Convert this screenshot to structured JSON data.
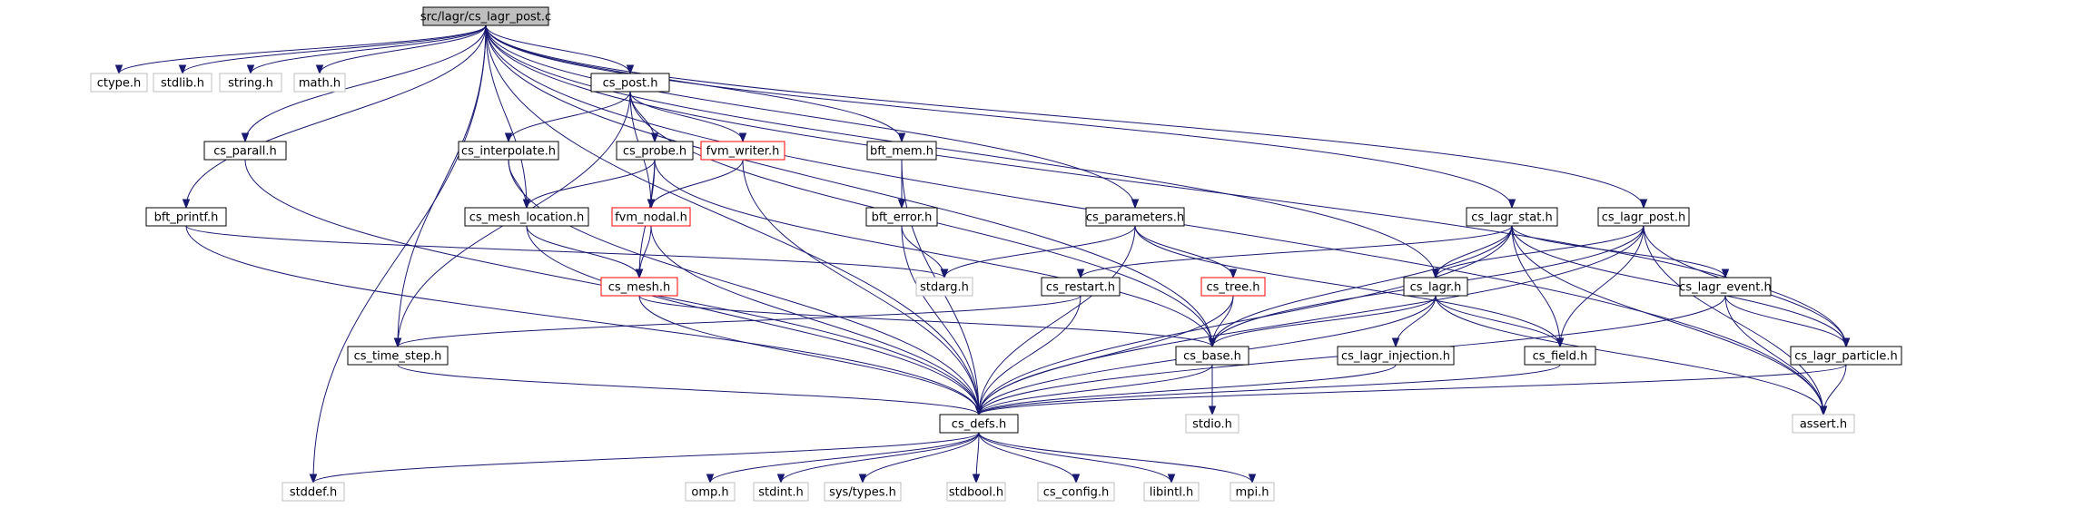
{
  "graph": {
    "nodes": [
      {
        "id": "root",
        "label": "src/lagr/cs_lagr_post.c",
        "style": "root"
      },
      {
        "id": "ctype",
        "label": "ctype.h",
        "style": "gray"
      },
      {
        "id": "stdlib",
        "label": "stdlib.h",
        "style": "gray"
      },
      {
        "id": "string",
        "label": "string.h",
        "style": "gray"
      },
      {
        "id": "math",
        "label": "math.h",
        "style": "gray"
      },
      {
        "id": "cs_post",
        "label": "cs_post.h",
        "style": "black"
      },
      {
        "id": "cs_parall",
        "label": "cs_parall.h",
        "style": "black"
      },
      {
        "id": "cs_interpolate",
        "label": "cs_interpolate.h",
        "style": "black"
      },
      {
        "id": "cs_probe",
        "label": "cs_probe.h",
        "style": "black"
      },
      {
        "id": "fvm_writer",
        "label": "fvm_writer.h",
        "style": "red"
      },
      {
        "id": "bft_mem",
        "label": "bft_mem.h",
        "style": "black"
      },
      {
        "id": "bft_printf",
        "label": "bft_printf.h",
        "style": "black"
      },
      {
        "id": "cs_mesh_location",
        "label": "cs_mesh_location.h",
        "style": "black"
      },
      {
        "id": "fvm_nodal",
        "label": "fvm_nodal.h",
        "style": "red"
      },
      {
        "id": "bft_error",
        "label": "bft_error.h",
        "style": "black"
      },
      {
        "id": "cs_parameters",
        "label": "cs_parameters.h",
        "style": "black"
      },
      {
        "id": "cs_lagr_stat",
        "label": "cs_lagr_stat.h",
        "style": "black"
      },
      {
        "id": "cs_lagr_post",
        "label": "cs_lagr_post.h",
        "style": "black"
      },
      {
        "id": "cs_mesh",
        "label": "cs_mesh.h",
        "style": "red"
      },
      {
        "id": "stdarg",
        "label": "stdarg.h",
        "style": "gray"
      },
      {
        "id": "cs_restart",
        "label": "cs_restart.h",
        "style": "black"
      },
      {
        "id": "cs_tree",
        "label": "cs_tree.h",
        "style": "red"
      },
      {
        "id": "cs_lagr",
        "label": "cs_lagr.h",
        "style": "black"
      },
      {
        "id": "cs_lagr_event",
        "label": "cs_lagr_event.h",
        "style": "black"
      },
      {
        "id": "cs_time_step",
        "label": "cs_time_step.h",
        "style": "black"
      },
      {
        "id": "cs_base",
        "label": "cs_base.h",
        "style": "black"
      },
      {
        "id": "cs_lagr_injection",
        "label": "cs_lagr_injection.h",
        "style": "black"
      },
      {
        "id": "cs_field",
        "label": "cs_field.h",
        "style": "black"
      },
      {
        "id": "cs_lagr_particle",
        "label": "cs_lagr_particle.h",
        "style": "black"
      },
      {
        "id": "cs_defs",
        "label": "cs_defs.h",
        "style": "black"
      },
      {
        "id": "stdio",
        "label": "stdio.h",
        "style": "gray"
      },
      {
        "id": "assert",
        "label": "assert.h",
        "style": "gray"
      },
      {
        "id": "stddef",
        "label": "stddef.h",
        "style": "gray"
      },
      {
        "id": "omp",
        "label": "omp.h",
        "style": "gray"
      },
      {
        "id": "stdint",
        "label": "stdint.h",
        "style": "gray"
      },
      {
        "id": "sys_types",
        "label": "sys/types.h",
        "style": "gray"
      },
      {
        "id": "stdbool",
        "label": "stdbool.h",
        "style": "gray"
      },
      {
        "id": "cs_config",
        "label": "cs_config.h",
        "style": "gray"
      },
      {
        "id": "libintl",
        "label": "libintl.h",
        "style": "gray"
      },
      {
        "id": "mpi",
        "label": "mpi.h",
        "style": "gray"
      }
    ],
    "edges": [
      [
        "root",
        "ctype"
      ],
      [
        "root",
        "stdlib"
      ],
      [
        "root",
        "string"
      ],
      [
        "root",
        "math"
      ],
      [
        "root",
        "cs_post"
      ],
      [
        "root",
        "cs_parall"
      ],
      [
        "root",
        "bft_printf"
      ],
      [
        "root",
        "bft_mem"
      ],
      [
        "root",
        "cs_parameters"
      ],
      [
        "root",
        "cs_lagr_stat"
      ],
      [
        "root",
        "cs_lagr_post"
      ],
      [
        "root",
        "cs_lagr_particle"
      ],
      [
        "root",
        "assert"
      ],
      [
        "root",
        "stddef"
      ],
      [
        "root",
        "cs_time_step"
      ],
      [
        "root",
        "cs_mesh_location"
      ],
      [
        "root",
        "cs_defs"
      ],
      [
        "root",
        "cs_base"
      ],
      [
        "root",
        "cs_lagr"
      ],
      [
        "cs_post",
        "cs_interpolate"
      ],
      [
        "cs_post",
        "cs_probe"
      ],
      [
        "cs_post",
        "fvm_writer"
      ],
      [
        "cs_post",
        "fvm_nodal"
      ],
      [
        "cs_post",
        "cs_time_step"
      ],
      [
        "cs_post",
        "cs_base"
      ],
      [
        "cs_parall",
        "cs_defs"
      ],
      [
        "cs_interpolate",
        "cs_mesh_location"
      ],
      [
        "cs_interpolate",
        "cs_defs"
      ],
      [
        "cs_probe",
        "cs_mesh_location"
      ],
      [
        "cs_probe",
        "fvm_nodal"
      ],
      [
        "cs_probe",
        "cs_mesh"
      ],
      [
        "cs_probe",
        "cs_base"
      ],
      [
        "fvm_writer",
        "fvm_nodal"
      ],
      [
        "fvm_writer",
        "cs_defs"
      ],
      [
        "bft_mem",
        "bft_error"
      ],
      [
        "bft_mem",
        "cs_defs"
      ],
      [
        "bft_printf",
        "stdarg"
      ],
      [
        "bft_printf",
        "cs_defs"
      ],
      [
        "cs_mesh_location",
        "cs_mesh"
      ],
      [
        "cs_mesh_location",
        "cs_defs"
      ],
      [
        "fvm_nodal",
        "cs_mesh"
      ],
      [
        "fvm_nodal",
        "cs_defs"
      ],
      [
        "bft_error",
        "stdarg"
      ],
      [
        "bft_error",
        "cs_defs"
      ],
      [
        "cs_parameters",
        "stdarg"
      ],
      [
        "cs_parameters",
        "cs_tree"
      ],
      [
        "cs_parameters",
        "cs_field"
      ],
      [
        "cs_parameters",
        "cs_defs"
      ],
      [
        "cs_lagr_stat",
        "cs_restart"
      ],
      [
        "cs_lagr_stat",
        "cs_base"
      ],
      [
        "cs_lagr_stat",
        "cs_lagr"
      ],
      [
        "cs_lagr_stat",
        "cs_field"
      ],
      [
        "cs_lagr_stat",
        "cs_defs"
      ],
      [
        "cs_lagr_stat",
        "cs_lagr_event"
      ],
      [
        "cs_lagr_stat",
        "cs_lagr_particle"
      ],
      [
        "cs_lagr_stat",
        "assert"
      ],
      [
        "cs_lagr_post",
        "cs_base"
      ],
      [
        "cs_lagr_post",
        "cs_lagr"
      ],
      [
        "cs_lagr_post",
        "cs_field"
      ],
      [
        "cs_lagr_post",
        "cs_lagr_particle"
      ],
      [
        "cs_lagr_post",
        "cs_defs"
      ],
      [
        "cs_lagr_post",
        "assert"
      ],
      [
        "cs_mesh",
        "cs_base"
      ],
      [
        "cs_mesh",
        "cs_defs"
      ],
      [
        "cs_restart",
        "cs_time_step"
      ],
      [
        "cs_restart",
        "cs_defs"
      ],
      [
        "cs_tree",
        "cs_base"
      ],
      [
        "cs_tree",
        "cs_defs"
      ],
      [
        "cs_lagr",
        "cs_base"
      ],
      [
        "cs_lagr",
        "cs_lagr_injection"
      ],
      [
        "cs_lagr",
        "cs_field"
      ],
      [
        "cs_lagr",
        "cs_defs"
      ],
      [
        "cs_lagr",
        "assert"
      ],
      [
        "cs_lagr_event",
        "cs_lagr_particle"
      ],
      [
        "cs_lagr_event",
        "cs_defs"
      ],
      [
        "cs_lagr_event",
        "assert"
      ],
      [
        "cs_time_step",
        "cs_defs"
      ],
      [
        "cs_base",
        "cs_defs"
      ],
      [
        "cs_base",
        "stdio"
      ],
      [
        "cs_lagr_injection",
        "cs_defs"
      ],
      [
        "cs_field",
        "cs_defs"
      ],
      [
        "cs_lagr_particle",
        "cs_defs"
      ],
      [
        "cs_lagr_particle",
        "assert"
      ],
      [
        "cs_defs",
        "stddef"
      ],
      [
        "cs_defs",
        "omp"
      ],
      [
        "cs_defs",
        "stdint"
      ],
      [
        "cs_defs",
        "sys_types"
      ],
      [
        "cs_defs",
        "stdbool"
      ],
      [
        "cs_defs",
        "cs_config"
      ],
      [
        "cs_defs",
        "libintl"
      ],
      [
        "cs_defs",
        "mpi"
      ]
    ]
  }
}
